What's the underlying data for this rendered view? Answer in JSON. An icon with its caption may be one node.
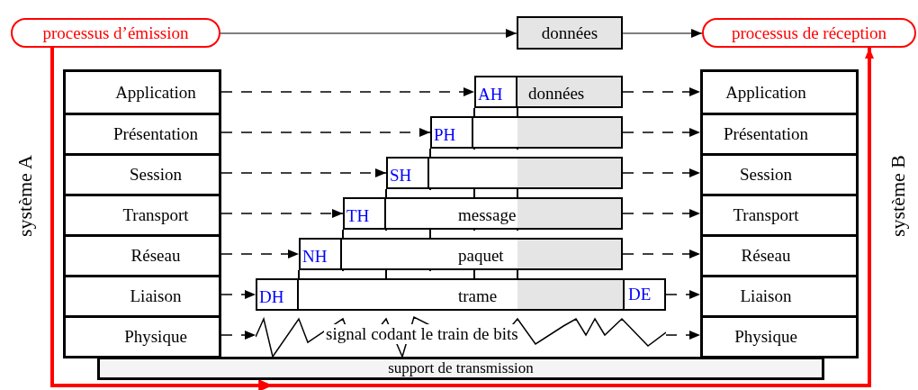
{
  "diagram": {
    "nodes": [
      {
        "text": [
          "processus d’émission"
        ]
      },
      {
        "text": [
          "données"
        ]
      },
      {
        "text": [
          "processus de réception"
        ]
      },
      {
        "text": [
          "système A"
        ]
      },
      {
        "text": [
          "Application"
        ],
        "in": 3
      },
      {
        "text": [
          "Présentation"
        ],
        "in": 3
      },
      {
        "text": [
          "Session"
        ],
        "in": 3
      },
      {
        "text": [
          "Transport"
        ],
        "in": 3
      },
      {
        "text": [
          "Réseau"
        ],
        "in": 3
      },
      {
        "text": [
          "Liaison"
        ],
        "in": 3
      },
      {
        "text": [
          "Physique"
        ],
        "in": 3
      },
      {
        "text": [
          "système B"
        ]
      },
      {
        "text": [
          "Application"
        ],
        "in": 11
      },
      {
        "text": [
          "Présentation"
        ],
        "in": 11
      },
      {
        "text": [
          "Session"
        ],
        "in": 11
      },
      {
        "text": [
          "Transport"
        ],
        "in": 11
      },
      {
        "text": [
          "Réseau"
        ],
        "in": 11
      },
      {
        "text": [
          "Liaison"
        ],
        "in": 11
      },
      {
        "text": [
          "Physique"
        ],
        "in": 11
      },
      {
        "text": [
          "AH",
          "données"
        ]
      },
      {
        "text": [
          "PH"
        ]
      },
      {
        "text": [
          "SH"
        ]
      },
      {
        "text": [
          "TH",
          "message"
        ]
      },
      {
        "text": [
          "NH",
          "paquet"
        ]
      },
      {
        "text": [
          "DH",
          "trame",
          "DE"
        ]
      },
      {
        "text": [
          "signal codant le train de bits"
        ]
      },
      {
        "text": [
          "support de transmission"
        ]
      }
    ],
    "edges": [
      {
        "from": 0,
        "to": 1,
        "arrow": "to"
      },
      {
        "from": 1,
        "to": 2,
        "arrow": "to"
      },
      {
        "from": 0,
        "to": 2,
        "arrow": "to",
        "style": "thick",
        "color": "#ff0000"
      },
      {
        "from": 4,
        "to": 19,
        "arrow": "to",
        "style": "dashed"
      },
      {
        "from": 19,
        "to": 12,
        "arrow": "to",
        "style": "dashed"
      },
      {
        "from": 5,
        "to": 20,
        "arrow": "to",
        "style": "dashed"
      },
      {
        "from": 20,
        "to": 13,
        "arrow": "to",
        "style": "dashed"
      },
      {
        "from": 6,
        "to": 21,
        "arrow": "to",
        "style": "dashed"
      },
      {
        "from": 21,
        "to": 14,
        "arrow": "to",
        "style": "dashed"
      },
      {
        "from": 7,
        "to": 22,
        "arrow": "to",
        "style": "dashed"
      },
      {
        "from": 22,
        "to": 15,
        "arrow": "to",
        "style": "dashed"
      },
      {
        "from": 8,
        "to": 23,
        "arrow": "to",
        "style": "dashed"
      },
      {
        "from": 23,
        "to": 16,
        "arrow": "to",
        "style": "dashed"
      },
      {
        "from": 9,
        "to": 24,
        "arrow": "to",
        "style": "dashed"
      },
      {
        "from": 24,
        "to": 17,
        "arrow": "to",
        "style": "dashed"
      },
      {
        "from": 10,
        "to": 25,
        "arrow": "to",
        "style": "dashed"
      },
      {
        "from": 25,
        "to": 18,
        "arrow": "to",
        "style": "dashed"
      }
    ]
  }
}
